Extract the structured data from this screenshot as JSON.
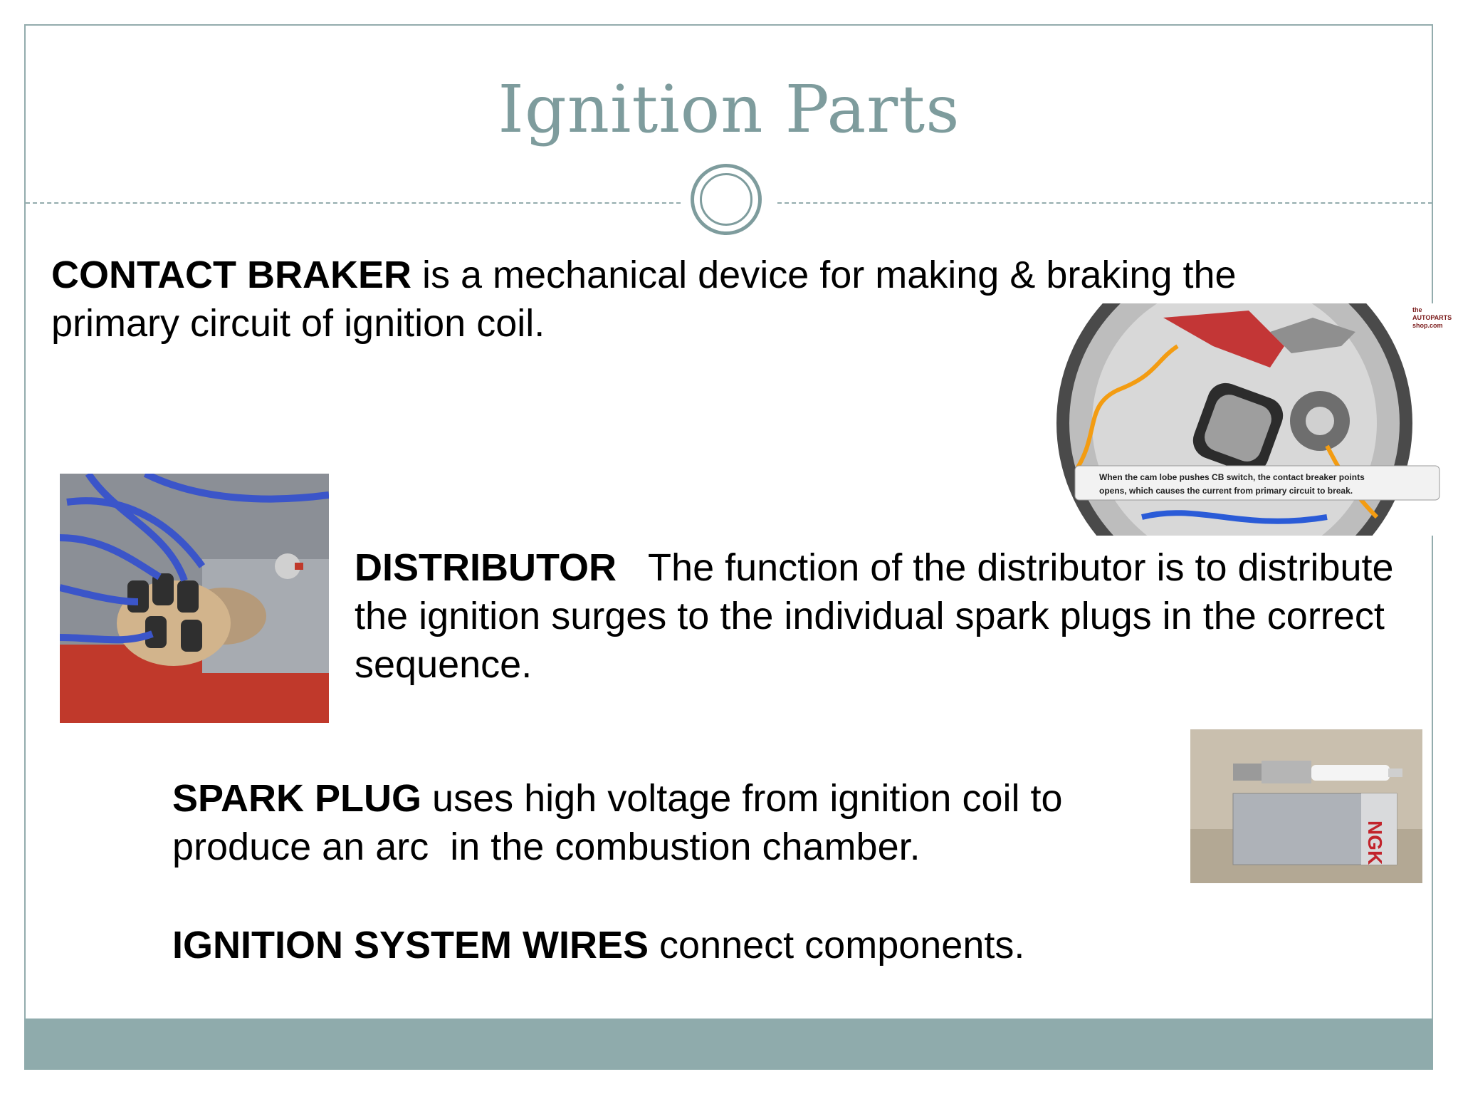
{
  "slide": {
    "title": "Ignition Parts"
  },
  "sections": {
    "contact_breaker": {
      "term": "CONTACT BRAKER",
      "text": " is a mechanical device for making & braking the primary circuit of ignition coil."
    },
    "distributor": {
      "term": "DISTRIBUTOR",
      "text": "   The function of the distributor is to distribute the ignition surges to the individual spark plugs in the correct sequence."
    },
    "spark_plug": {
      "term": "SPARK PLUG",
      "text": " uses high voltage from ignition coil to produce an arc  in the combustion chamber."
    },
    "wires": {
      "term": "IGNITION SYSTEM WIRES",
      "text": " connect components."
    }
  },
  "images": {
    "contact_breaker": {
      "caption_line1": "When the cam lobe pushes CB switch, the contact breaker points",
      "caption_line2": "opens, which causes the current from primary circuit to break.",
      "logo_line1": "the",
      "logo_line2": "AUTOPARTS",
      "logo_line3": "shop.com"
    },
    "spark_plug": {
      "brand": "NGK"
    }
  },
  "colors": {
    "accent": "#7e9c9d",
    "border": "#93acad",
    "footer": "#8fabac"
  }
}
